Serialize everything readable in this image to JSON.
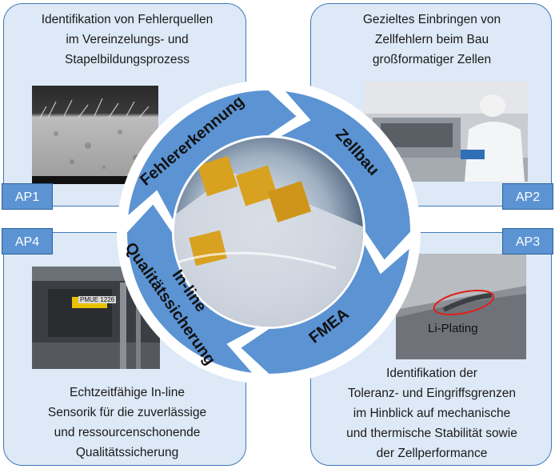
{
  "panels": {
    "ap1": {
      "label": "AP1",
      "lines": [
        "Identifikation von Fehlerquellen",
        "im Vereinzelungs- und",
        "Stapelbildungsprozess"
      ]
    },
    "ap2": {
      "label": "AP2",
      "lines": [
        "Gezieltes Einbringen von",
        "Zellfehlern beim Bau",
        "großformatiger Zellen"
      ]
    },
    "ap3": {
      "label": "AP3",
      "lines": [
        "Identifikation der",
        "Toleranz- und Eingriffsgrenzen",
        "im Hinblick auf mechanische",
        "und thermische Stabilität sowie",
        "der Zellperformance"
      ]
    },
    "ap4": {
      "label": "AP4",
      "lines": [
        "Echtzeitfähige In-line",
        "Sensorik für die zuverlässige",
        "und ressourcenschonende",
        "Qualitätssicherung"
      ]
    }
  },
  "cycle": {
    "segments": [
      "Fehlererkennung",
      "Zellbau",
      "FMEA",
      "In-line",
      "Qualitätssicherung"
    ]
  },
  "photos": {
    "sensor_label": "PMUE 1226",
    "plating_label": "Li-Plating"
  },
  "colors": {
    "panel_fill": "#dde9f6",
    "panel_border": "#3f79b8",
    "ap_fill": "#5b93d3",
    "ring_fill": "#5b93d3",
    "ring_text": "#111111"
  }
}
